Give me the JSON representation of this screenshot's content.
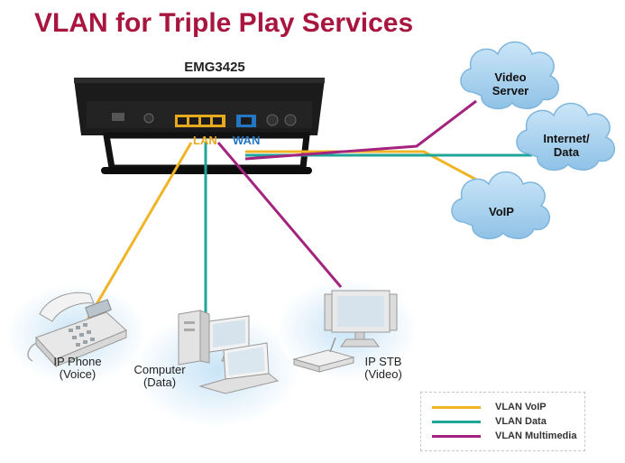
{
  "title": "VLAN for Triple Play Services",
  "device": {
    "name": "EMG3425",
    "lan_label": "LAN",
    "wan_label": "WAN"
  },
  "clouds": {
    "video": "Video\nServer",
    "internet": "Internet/\nData",
    "voip": "VoIP"
  },
  "devices": {
    "phone": "IP Phone\n(Voice)",
    "computer": "Computer\n(Data)",
    "stb": "IP STB\n(Video)"
  },
  "legend": [
    {
      "label": "VLAN VoIP",
      "color": "#f2b427"
    },
    {
      "label": "VLAN Data",
      "color": "#1fa59a"
    },
    {
      "label": "VLAN Multimedia",
      "color": "#a3237e"
    }
  ],
  "colors": {
    "title": "#a8163f",
    "voip": "#f2b427",
    "data": "#1fa59a",
    "multimedia": "#a3237e",
    "cloud": "#a9d2ee",
    "lan_port": "#e6a81c",
    "wan_port": "#2476c3"
  }
}
